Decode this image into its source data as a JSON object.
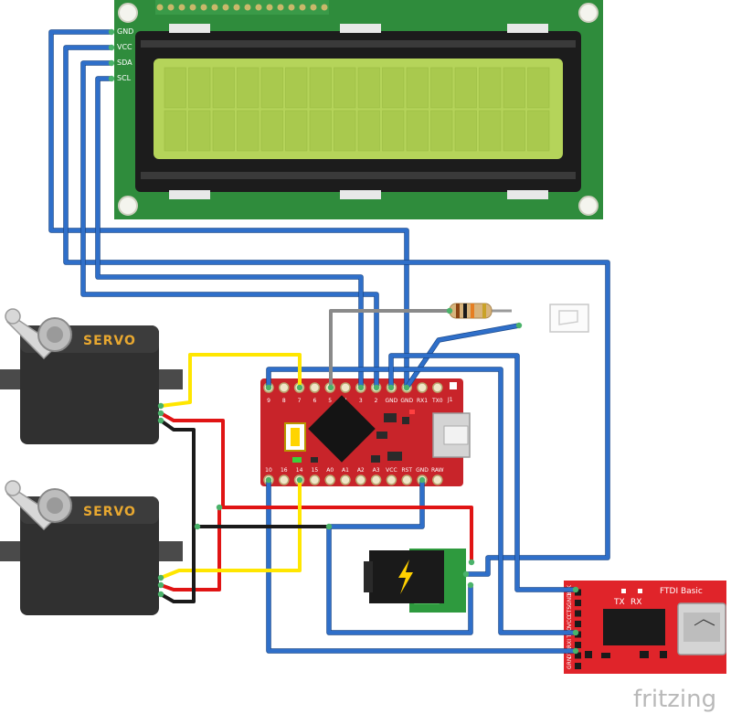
{
  "lcd": {
    "pin_labels": [
      "GND",
      "VCC",
      "SDA",
      "SCL"
    ]
  },
  "servo": {
    "label": "SERVO"
  },
  "arduino": {
    "top_pins": [
      "9",
      "8",
      "7",
      "6",
      "5",
      "4",
      "3",
      "2",
      "GND",
      "GND",
      "RX1",
      "TX0"
    ],
    "bottom_pins": [
      "10",
      "16",
      "14",
      "15",
      "A0",
      "A1",
      "A2",
      "A3",
      "VCC",
      "RST",
      "GND",
      "RAW"
    ],
    "corner_label": "J1"
  },
  "ftdi": {
    "title": "FTDI Basic",
    "tx_label": "TX",
    "rx_label": "RX",
    "side_pins": [
      "GRN",
      "DTR",
      "RXI",
      "TXO",
      "VCC",
      "CTS",
      "GND",
      "BLK"
    ]
  },
  "logo": {
    "text": "fritzing"
  },
  "colors": {
    "wire_blue": "#2f6fc9",
    "wire_red": "#e01414",
    "wire_yellow": "#ffe600",
    "wire_black": "#1a1a1a",
    "wire_grey": "#8a8a8a",
    "pcb_green": "#2e8b3a",
    "lcd_screen": "#b5d45a",
    "arduino_red": "#c8242a",
    "ftdi_red": "#e0242a"
  }
}
